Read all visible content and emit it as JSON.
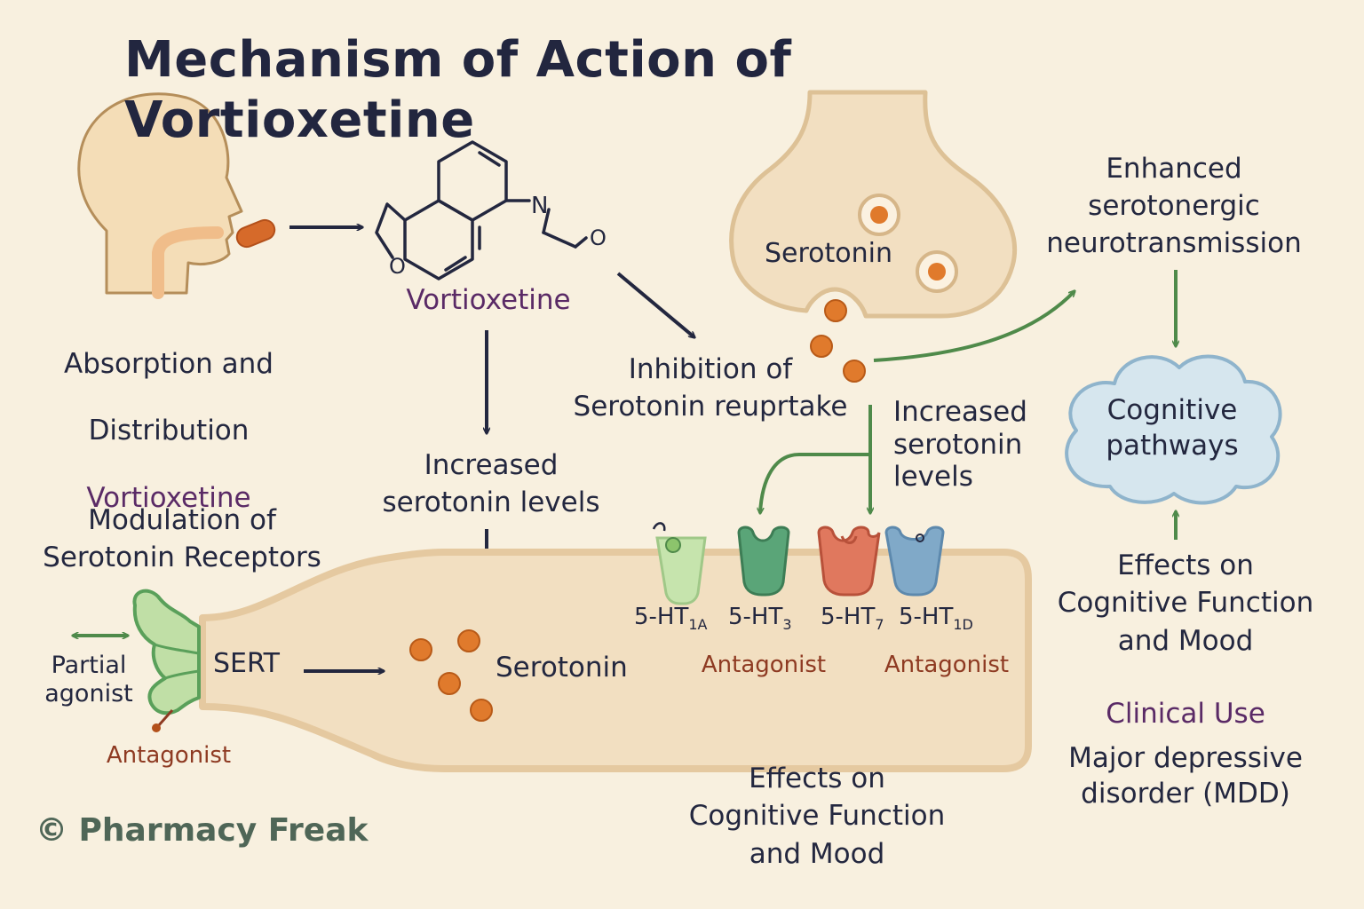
{
  "title": "Mechanism of Action of Vortioxetine",
  "absorption": {
    "line1": "Absorption and",
    "line2": "Distribution",
    "drug": "Vortioxetine"
  },
  "molecule": {
    "name": "Vortioxetine",
    "atom_n": "N",
    "atom_o_ring": "O",
    "atom_o_carbonyl": "O"
  },
  "synapse": {
    "serotonin_label": "Serotonin"
  },
  "enhanced": "Enhanced\nserotonergic\nneurotransmission",
  "inhibition": "Inhibition of\nSerotonin reuprtake",
  "increased_levels_right": "Increased\nserotonin\nlevels",
  "increased_levels_center": "Increased\nserotonin levels",
  "cognitive_pathways": "Cognitive\npathways",
  "modulation": "Modulation of\nSerotonin Receptors",
  "sert": {
    "label": "SERT",
    "partial_agonist": "Partial\nagonist",
    "antagonist": "Antagonist"
  },
  "cell": {
    "serotonin_label": "Serotonin"
  },
  "receptors": [
    {
      "prefix": "5-HT",
      "sub": "1A",
      "color": "#b8dca0"
    },
    {
      "prefix": "5-HT",
      "sub": "3",
      "color": "#5aa578"
    },
    {
      "prefix": "5-HT",
      "sub": "7",
      "color": "#e0785e"
    },
    {
      "prefix": "5-HT",
      "sub": "1D",
      "color": "#80a9c8"
    }
  ],
  "receptor_roles": {
    "left": "Antagonist",
    "right": "Antagonist"
  },
  "effects_bottom": "Effects on\nCognitive Function\nand Mood",
  "effects_right": "Effects on\nCognitive Function\nand Mood",
  "clinical": {
    "heading": "Clinical Use",
    "text": "Major depressive\ndisorder (MDD)"
  },
  "copyright": "© Pharmacy Freak",
  "colors": {
    "background": "#f8f0df",
    "navy": "#23273f",
    "purple": "#5a2a66",
    "antagonist_red": "#8e3a22",
    "arrow_green": "#4f8a4a",
    "serotonin_orange": "#e07a2c",
    "cell_fill": "#f2dfc1",
    "cell_border": "#e5c9a0",
    "cloud_fill": "#d6e6ee",
    "cloud_border": "#8fb4cc",
    "sert_green": "#5aa05a"
  }
}
